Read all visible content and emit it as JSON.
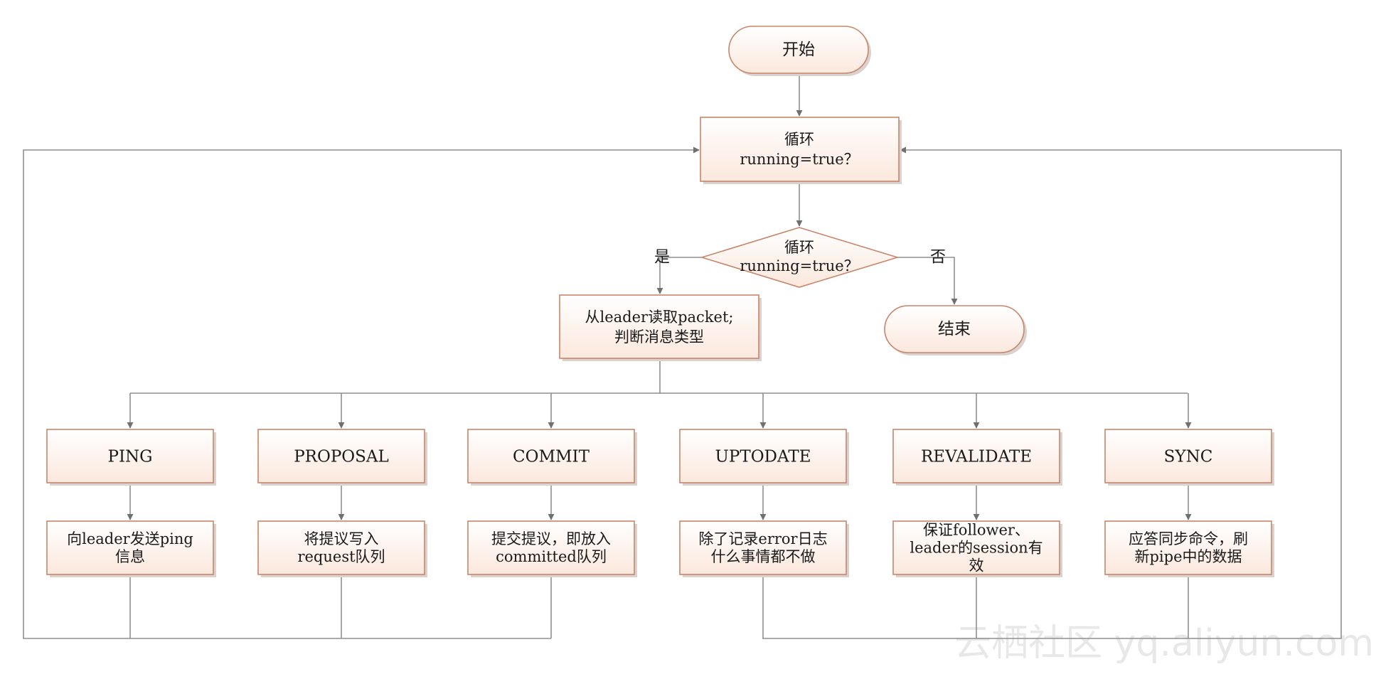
{
  "nodes": {
    "start": {
      "label": "开始"
    },
    "loop_box": {
      "lines": [
        "循环",
        "running=true？"
      ]
    },
    "loop_decision": {
      "lines": [
        "循环",
        "running=true？"
      ]
    },
    "read_packet": {
      "lines": [
        "从leader读取packet;",
        "判断消息类型"
      ]
    },
    "end": {
      "label": "结束"
    },
    "types": [
      {
        "label": "PING",
        "action_lines": [
          "向leader发送ping",
          "信息"
        ]
      },
      {
        "label": "PROPOSAL",
        "action_lines": [
          "将提议写入",
          "request队列"
        ]
      },
      {
        "label": "COMMIT",
        "action_lines": [
          "提交提议，即放入",
          "committed队列"
        ]
      },
      {
        "label": "UPTODATE",
        "action_lines": [
          "除了记录error日志",
          "什么事情都不做"
        ]
      },
      {
        "label": "REVALIDATE",
        "action_lines": [
          "保证follower、",
          "leader的session有",
          "效"
        ]
      },
      {
        "label": "SYNC",
        "action_lines": [
          "应答同步命令，刷",
          "新pipe中的数据"
        ]
      }
    ]
  },
  "edge_labels": {
    "yes": "是",
    "no": "否"
  },
  "watermark": "云栖社区 yq.aliyun.com",
  "colors": {
    "box_fill_top": "#ffffff",
    "box_fill_bottom": "#fbe8dd",
    "box_border": "#c9856a",
    "edge": "#8f8f8f",
    "text": "#1a1a1a"
  }
}
